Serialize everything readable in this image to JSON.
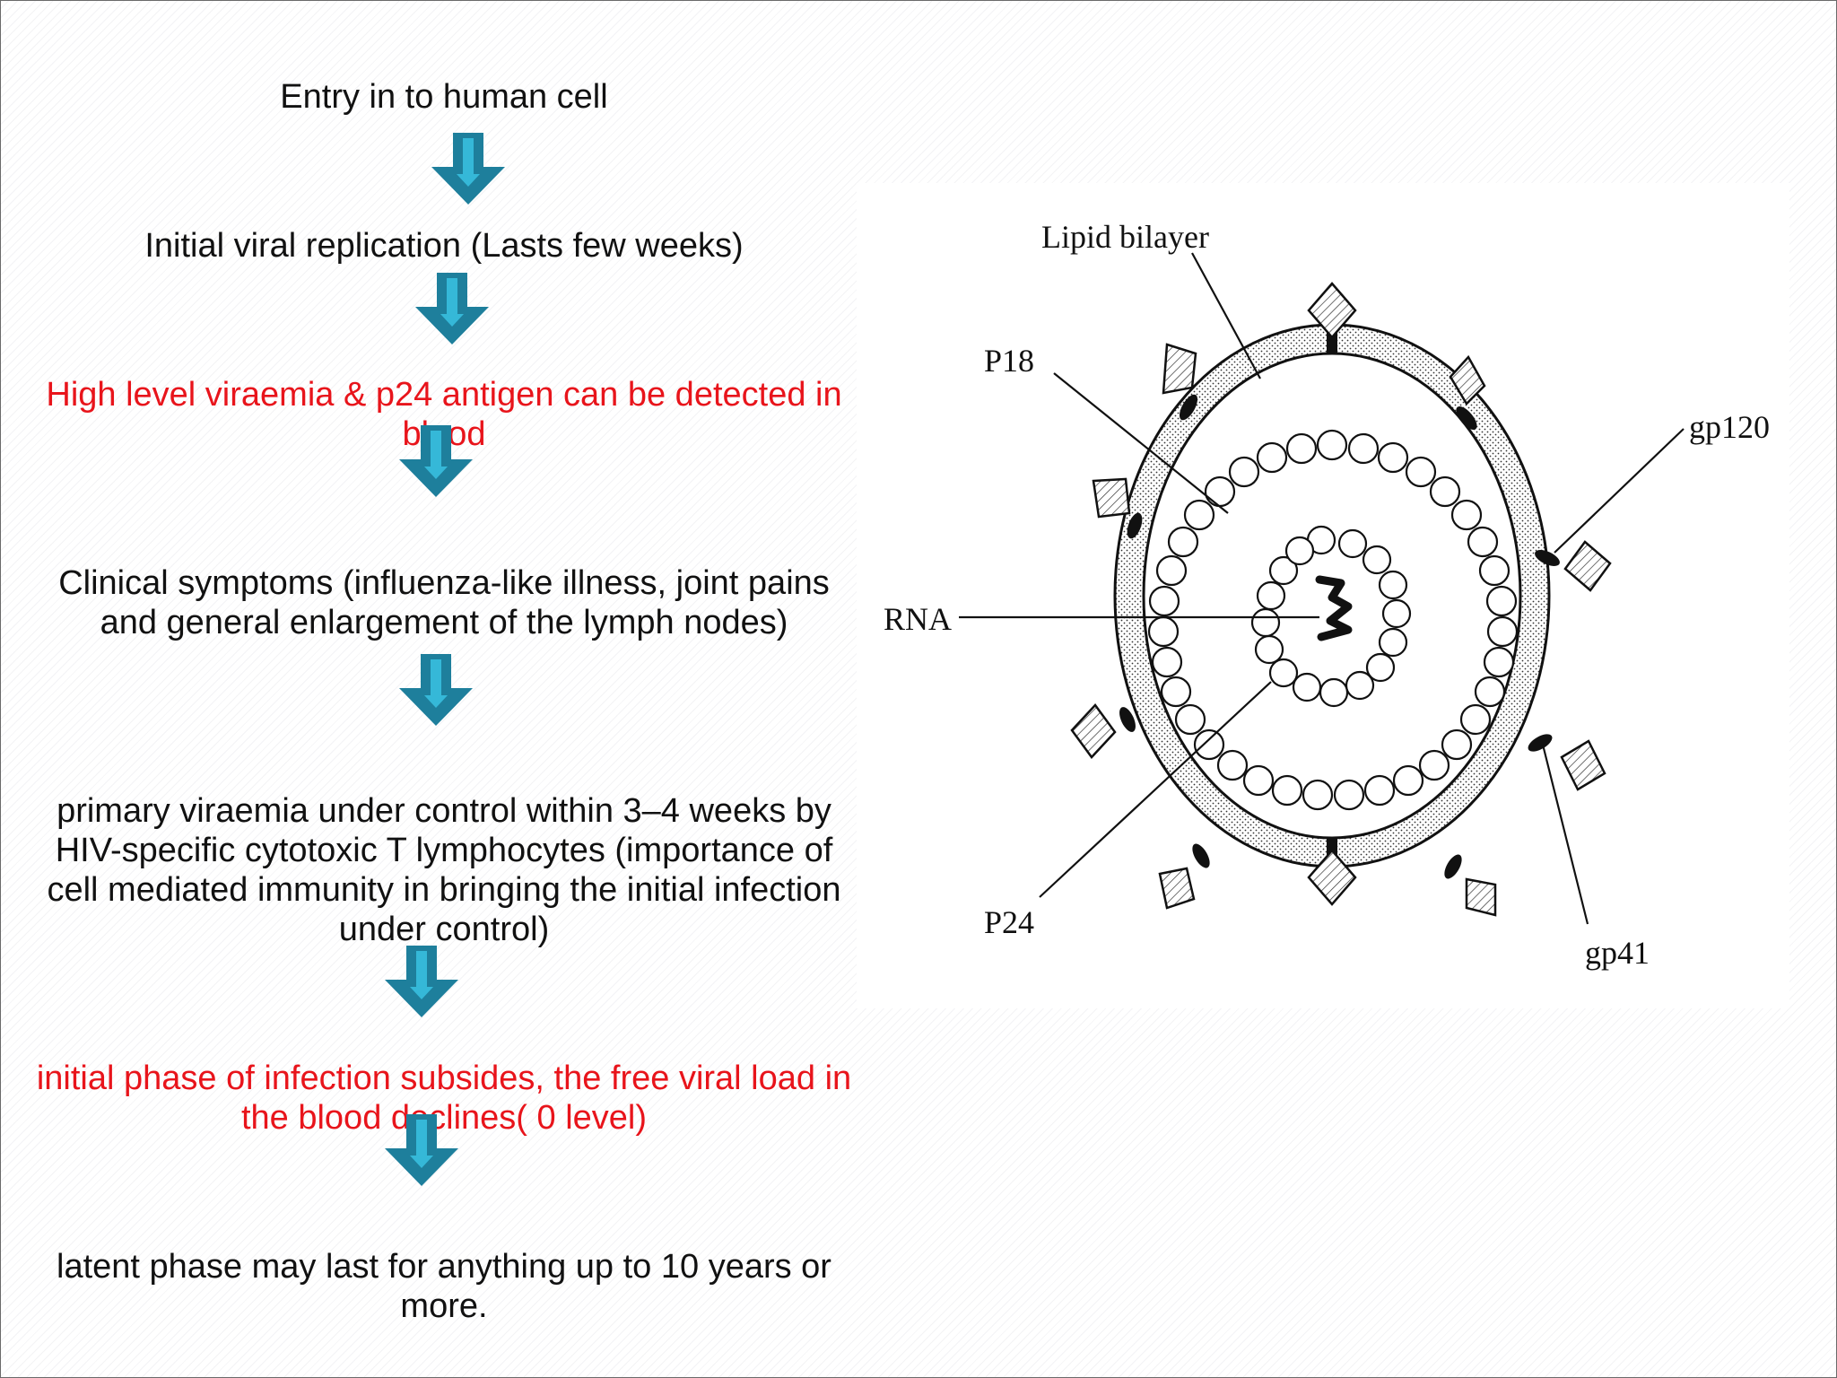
{
  "colors": {
    "black_text": "#111111",
    "red_text": "#e8141b",
    "arrow_fill": "#1e7f9c",
    "arrow_highlight": "#35b8d8"
  },
  "flow": {
    "steps": [
      {
        "text": "Entry in to human cell",
        "color": "black"
      },
      {
        "text": "Initial viral replication (Lasts few weeks)",
        "color": "black"
      },
      {
        "text": "High level viraemia & p24 antigen can be detected in blood",
        "color": "red"
      },
      {
        "text": "Clinical symptoms (influenza-like illness, joint pains and general enlargement of the lymph nodes)",
        "color": "black"
      },
      {
        "text": "primary viraemia under control within 3–4 weeks by HIV-specific cytotoxic T lymphocytes (importance of cell mediated immunity in bringing the initial infection under control)",
        "color": "black"
      },
      {
        "text": "initial phase of infection subsides, the free viral load in the blood declines( 0 level)",
        "color": "red"
      },
      {
        "text": "latent phase may last for anything up to 10 years or more.",
        "color": "black"
      }
    ],
    "arrow_icon": "down-arrow-icon"
  },
  "diagram": {
    "labels": {
      "lipid_bilayer": "Lipid bilayer",
      "p18": "P18",
      "gp120": "gp120",
      "rna": "RNA",
      "p24": "P24",
      "gp41": "gp41"
    }
  }
}
